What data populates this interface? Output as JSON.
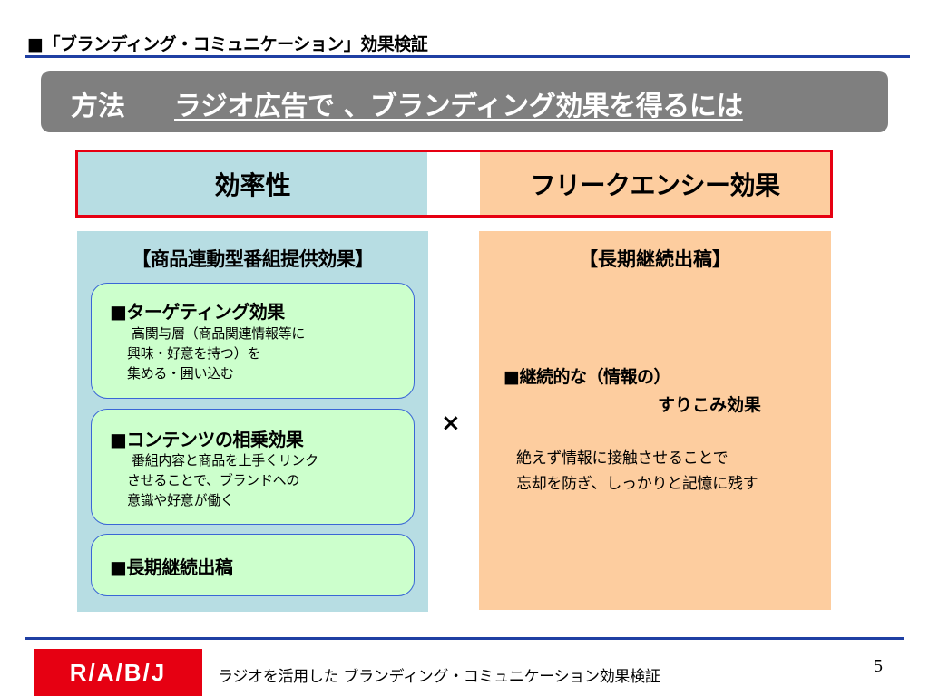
{
  "slide_title": "■「ブランディング・コミュニケーション」効果検証",
  "method": {
    "label": "方法",
    "text": "ラジオ広告で 、ブランディング効果を得るには"
  },
  "headers": {
    "left": "効率性",
    "right": "フリークエンシー効果"
  },
  "left_column": {
    "heading": "【商品連動型番組提供効果】",
    "cards": [
      {
        "title": "■ターゲティング効果",
        "lines": [
          "高関与層（商品関連情報等に",
          "興味・好意を持つ）を",
          "集める・囲い込む"
        ]
      },
      {
        "title": "■コンテンツの相乗効果",
        "lines": [
          "番組内容と商品を上手くリンク",
          "させることで、ブランドへの",
          "意識や好意が働く"
        ]
      },
      {
        "title": "■長期継続出稿"
      }
    ]
  },
  "times_sign": "×",
  "right_column": {
    "heading": "【長期継続出稿】",
    "item_line1": "■継続的な（情報の）",
    "item_line2": "すりこみ効果",
    "body_line1": "絶えず情報に接触させることで",
    "body_line2": "忘却を防ぎ、しっかりと記憶に残す"
  },
  "footer": {
    "logo": "R/A/B/J",
    "text": "ラジオを活用した ブランディング・コミュニケーション効果検証",
    "page_number": "5"
  },
  "colors": {
    "rule_blue": "#1f3fa3",
    "banner_gray": "#7f7f7f",
    "efficiency_blue": "#b7dde3",
    "frequency_orange": "#fdcd9f",
    "card_green": "#ccffcc",
    "frame_red": "#e60012",
    "logo_red": "#e60012"
  }
}
